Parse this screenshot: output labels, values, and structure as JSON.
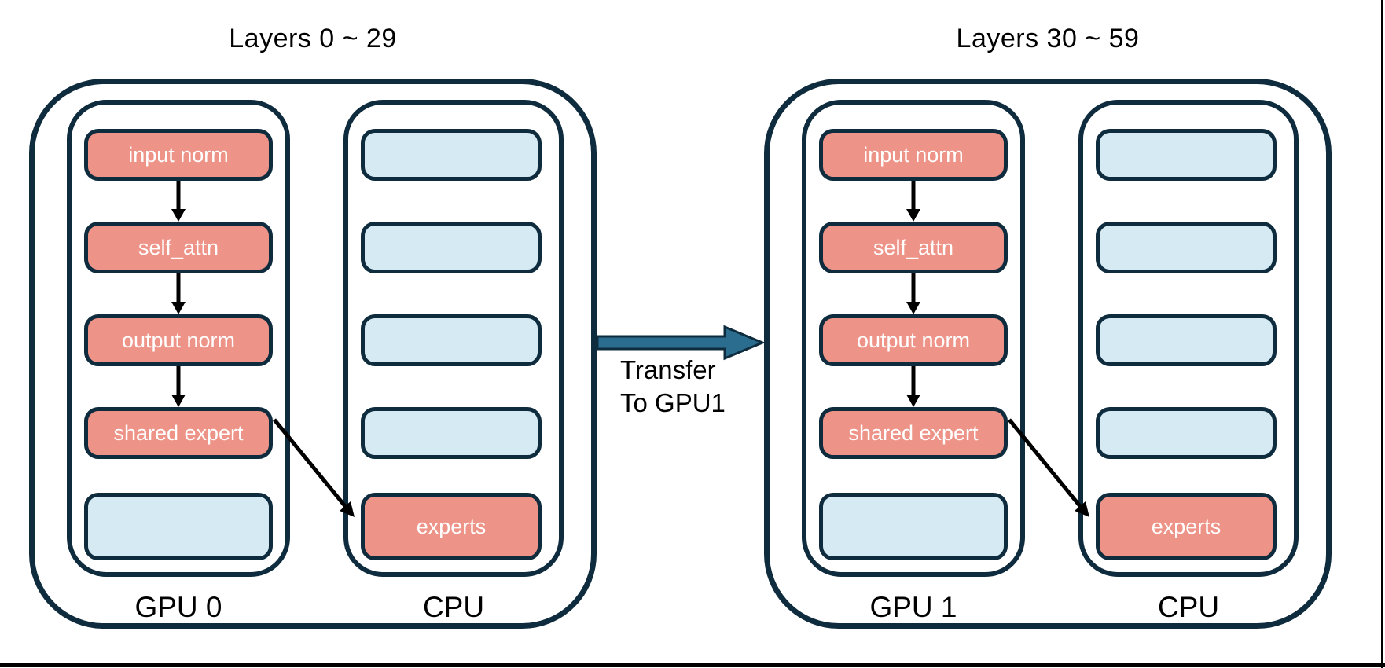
{
  "transfer": {
    "line1": "Transfer",
    "line2": "To GPU1"
  },
  "groups": [
    {
      "title": "Layers 0 ~ 29",
      "gpu": {
        "label": "GPU 0",
        "boxes": [
          "input norm",
          "self_attn",
          "output norm",
          "shared expert"
        ]
      },
      "cpu": {
        "label": "CPU",
        "expert_box": "experts"
      }
    },
    {
      "title": "Layers 30 ~ 59",
      "gpu": {
        "label": "GPU 1",
        "boxes": [
          "input norm",
          "self_attn",
          "output norm",
          "shared expert"
        ]
      },
      "cpu": {
        "label": "CPU",
        "expert_box": "experts"
      }
    }
  ],
  "colors": {
    "outline": "#0e2c3e",
    "module_fill": "#ee9387",
    "empty_fill": "#d5eaf2",
    "transfer_arrow_fill": "#2b6d8e",
    "module_text": "#ffffff",
    "label_text": "#000000"
  }
}
